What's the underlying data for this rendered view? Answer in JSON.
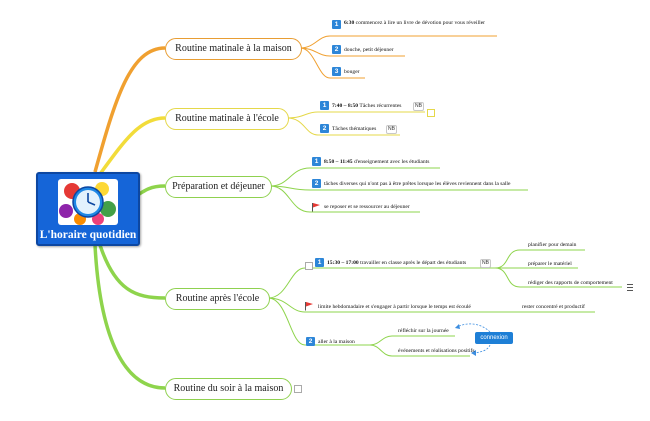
{
  "central": {
    "title": "L'horaire quotidien",
    "icon": "clock-with-colored-circles"
  },
  "branches": [
    {
      "title": "Routine matinale à la maison",
      "color": "#e89d33",
      "items": [
        {
          "marker": "1",
          "lead": "6:30",
          "text": " commencez à lire un livre de dévotion pour vous réveiller"
        },
        {
          "marker": "2",
          "text": "douche, petit déjeuner"
        },
        {
          "marker": "3",
          "text": "bouger"
        }
      ]
    },
    {
      "title": "Routine matinale à l'école",
      "color": "#e5d84a",
      "items": [
        {
          "marker": "1",
          "lead": "7:40 – 8:50",
          "text": " Tâches récurrentes",
          "badge": "NB"
        },
        {
          "marker": "2",
          "text": "Tâches thématiques",
          "badge": "NB"
        }
      ]
    },
    {
      "title": "Préparation et déjeuner",
      "color": "#8fd14f",
      "items": [
        {
          "marker": "1",
          "lead": "8:50 – 11:45",
          "text": " d'enseignement avec les étudiants"
        },
        {
          "marker": "2",
          "text": "tâches diverses qui n'ont pas à être prêtes lorsque les élèves reviennent dans la salle"
        },
        {
          "marker": "flag",
          "text": "se reposer et se ressourcer au déjeuner"
        }
      ]
    },
    {
      "title": "Routine après l'école",
      "color": "#8fd14f",
      "items": [
        {
          "marker": "1",
          "lead": "15:30 – 17:00",
          "text": " travailler en classe après le départ des étudiants",
          "badge": "NB",
          "children": [
            "planifier pour demain",
            "préparer le matériel",
            "rédiger des rapports de comportement"
          ]
        },
        {
          "marker": "flag",
          "text": "limite hebdomadaire et s'engager à partir lorsque le temps est écoulé",
          "children": [
            "rester concentré et productif"
          ]
        },
        {
          "marker": "2",
          "text": "aller à la maison",
          "children": [
            "réfléchir sur la journée",
            "événements et réalisations positifs"
          ]
        }
      ]
    },
    {
      "title": "Routine du soir à la maison",
      "color": "#8fd14f",
      "items": []
    }
  ],
  "relationship": {
    "label": "connexion",
    "color": "#1e7fd6"
  }
}
